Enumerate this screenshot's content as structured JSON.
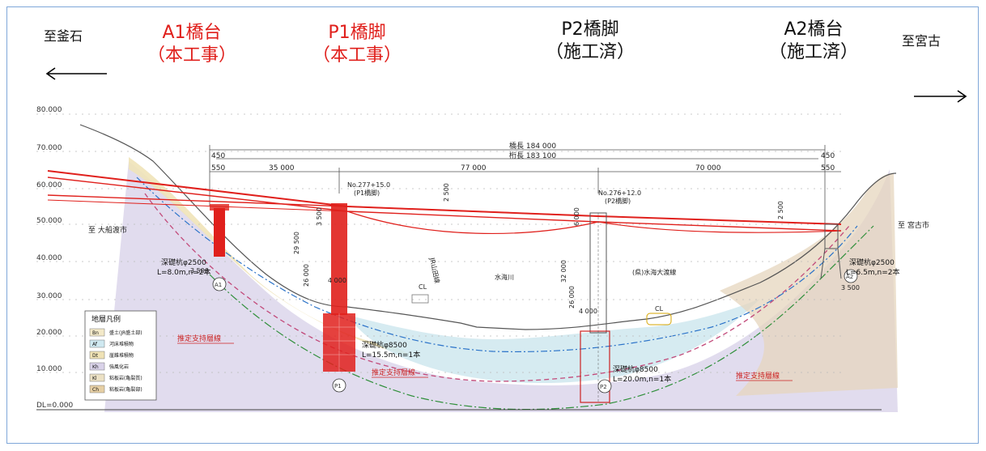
{
  "directions": {
    "left": "至釜石",
    "right": "至宮古"
  },
  "supports": [
    {
      "name": "A1橋台",
      "status": "（本工事）",
      "color": "#e0201c"
    },
    {
      "name": "P1橋脚",
      "status": "（本工事）",
      "color": "#e0201c"
    },
    {
      "name": "P2橋脚",
      "status": "（施工済）",
      "color": "#111111"
    },
    {
      "name": "A2橋台",
      "status": "（施工済）",
      "color": "#111111"
    }
  ],
  "elevations": [
    "80.000",
    "70.000",
    "60.000",
    "50.000",
    "40.000",
    "30.000",
    "20.000",
    "10.000",
    "DL=0.000"
  ],
  "dimensions": {
    "bridge_length": "橋長 184 000",
    "girder_length": "桁長 183 100",
    "end_left": "450",
    "end_right": "450",
    "edge_left": "550",
    "edge_right": "550",
    "span1": "35 000",
    "span2": "77 000",
    "span3": "70 000"
  },
  "stations": {
    "p1": "No.277+15.0",
    "p1_label": "(P1橋脚)",
    "p2": "No.276+12.0",
    "p2_label": "(P2橋脚)"
  },
  "place_labels": {
    "left_city": "至 大船渡市",
    "right_city": "至 宮古市",
    "railway": "JR山田線",
    "road": "(県)水海大渡線",
    "river": "水海川"
  },
  "piles": {
    "a1": "深礎杭φ2500",
    "a1_len": "L=8.0m,n=2本",
    "p1": "深礎杭φ8500",
    "p1_len": "L=15.5m,n=1本",
    "p2": "深礎杭φ8500",
    "p2_len": "L=20.0m,n=1本",
    "a2": "深礎杭φ2500",
    "a2_len": "L=6.5m,n=2本"
  },
  "markers": {
    "a1": "A1",
    "p1": "P1",
    "p2": "P2",
    "a2": "A2",
    "cl": "CL"
  },
  "bearing_layer_label": "推定支持層線",
  "legend": {
    "title": "地層凡例",
    "items": [
      {
        "code": "Bn",
        "label": "盛土(JR盛土部)",
        "color": "#f3e9c8"
      },
      {
        "code": "Af",
        "label": "河床堆積物",
        "color": "#cfe9f1"
      },
      {
        "code": "Dt",
        "label": "崖錐堆積物",
        "color": "#efe2b5"
      },
      {
        "code": "Kh",
        "label": "強風化岩",
        "color": "#d9d2e9"
      },
      {
        "code": "Kl",
        "label": "粘板岩(亀裂質)",
        "color": "#ece1c4"
      },
      {
        "code": "Ch",
        "label": "粘板岩(亀裂部)",
        "color": "#e6cfa4"
      }
    ]
  },
  "dim_values": {
    "a1_w": "3 500",
    "p1_w": "4 000",
    "p2_w": "4 000",
    "a2_w": "3 500",
    "p1_h1": "29 500",
    "p1_h2": "26 000",
    "p1_top": "3 500",
    "p2_h1": "32 000",
    "p2_h2": "26 000",
    "p2_top": "6 000",
    "a2_top": "2 500",
    "girder_h": "2 500"
  }
}
